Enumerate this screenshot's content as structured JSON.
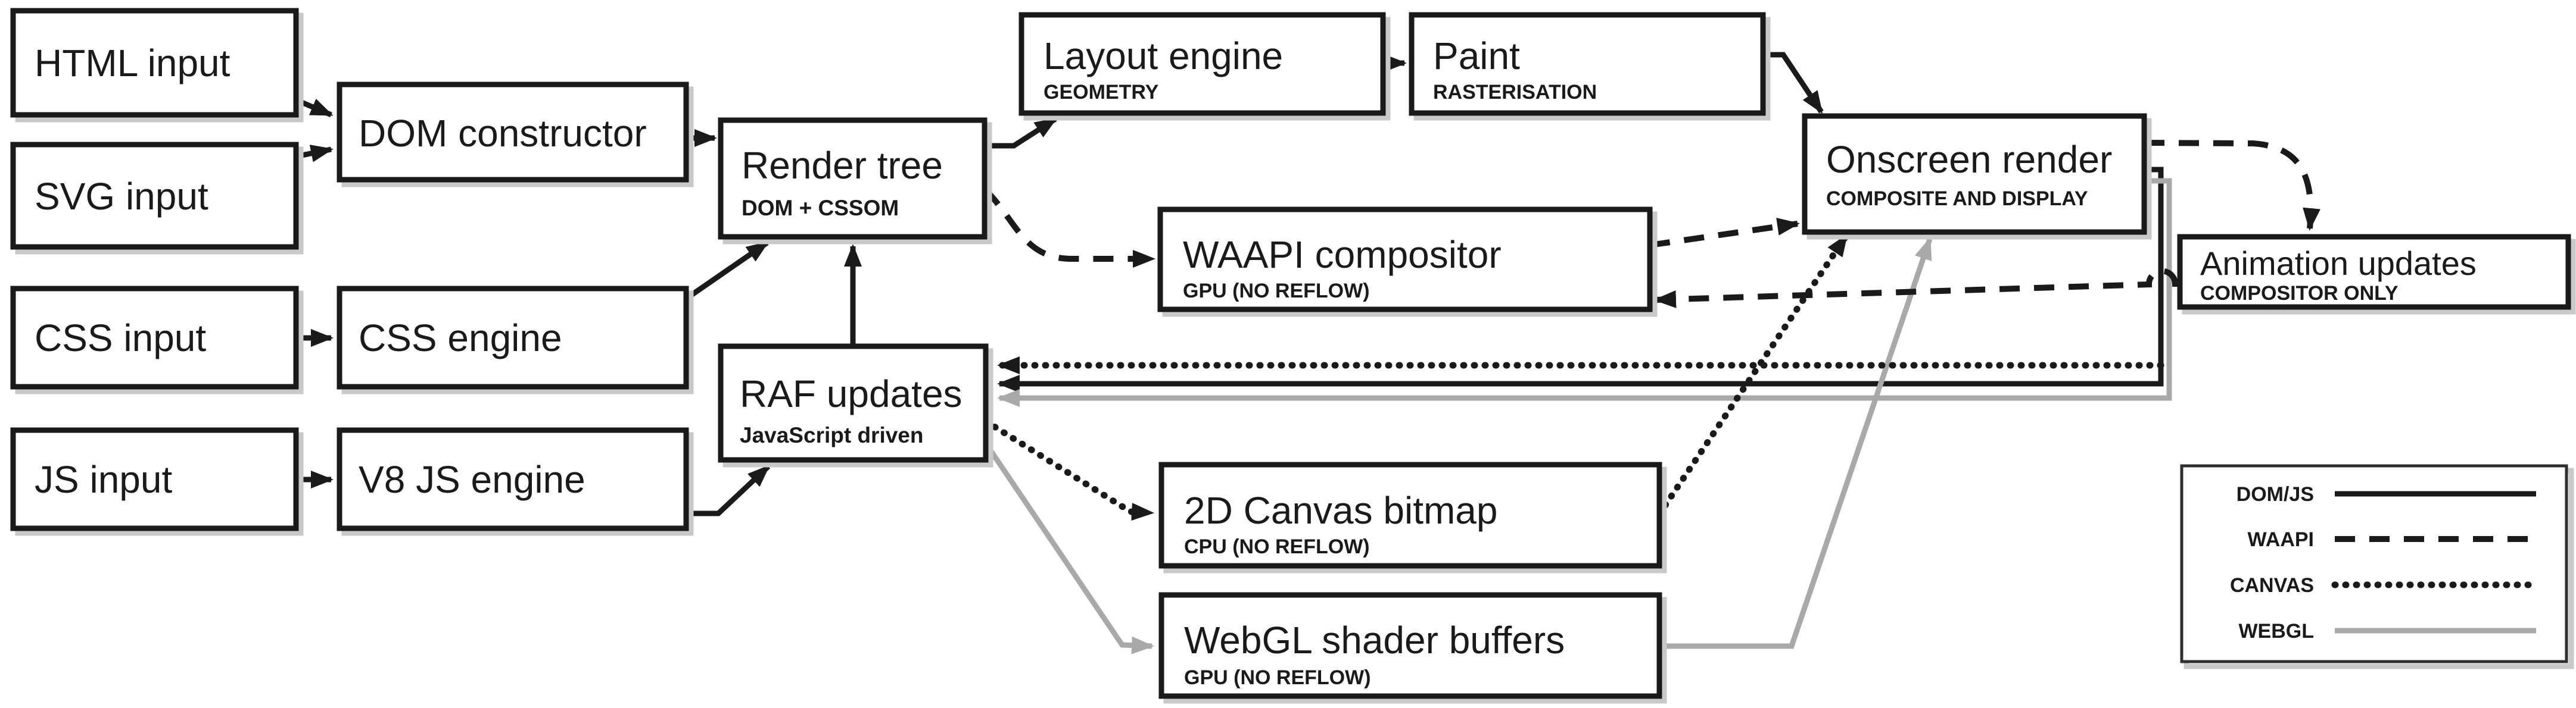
{
  "diagram": {
    "background": "#ffffff",
    "colors": {
      "line": "#1a1a1a",
      "gray_line": "#a9a9a9",
      "box_fill": "#ffffff",
      "box_border": "#1a1a1a"
    },
    "nodes": {
      "html_input": {
        "label": "HTML input"
      },
      "svg_input": {
        "label": "SVG input"
      },
      "css_input": {
        "label": "CSS input"
      },
      "js_input": {
        "label": "JS input"
      },
      "dom_constructor": {
        "label": "DOM constructor"
      },
      "css_engine": {
        "label": "CSS engine"
      },
      "v8_js_engine": {
        "label": "V8 JS engine"
      },
      "render_tree": {
        "label": "Render tree",
        "sublabel": "DOM + CSSOM"
      },
      "raf_updates": {
        "label": "RAF updates",
        "sublabel": "JavaScript driven"
      },
      "layout_engine": {
        "label": "Layout engine",
        "sublabel": "GEOMETRY"
      },
      "paint": {
        "label": "Paint",
        "sublabel": "RASTERISATION"
      },
      "waapi_compositor": {
        "label": "WAAPI compositor",
        "sublabel": "GPU (NO REFLOW)"
      },
      "onscreen_render": {
        "label": "Onscreen render",
        "sublabel": "COMPOSITE AND DISPLAY"
      },
      "animation_updates": {
        "label": "Animation updates",
        "sublabel": "COMPOSITOR ONLY"
      },
      "canvas_2d": {
        "label": "2D Canvas bitmap",
        "sublabel": "CPU (NO REFLOW)"
      },
      "webgl_buffers": {
        "label": "WebGL shader buffers",
        "sublabel": "GPU (NO REFLOW)"
      }
    },
    "legend": {
      "items": [
        {
          "label": "DOM/JS",
          "style": "solid"
        },
        {
          "label": "WAAPI",
          "style": "dashed"
        },
        {
          "label": "CANVAS",
          "style": "dotted"
        },
        {
          "label": "WEBGL",
          "style": "gray"
        }
      ]
    }
  }
}
